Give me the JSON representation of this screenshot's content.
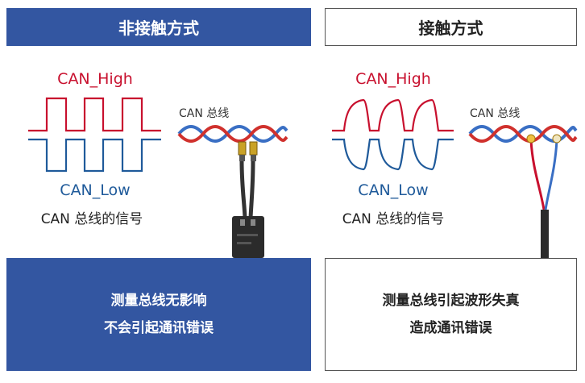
{
  "left_panel": {
    "title": "非接触方式",
    "signal_high": "CAN_High",
    "signal_low": "CAN_Low",
    "bus_label": "CAN 总线",
    "caption": "CAN 总线的信号",
    "result_line1": "测量总线无影响",
    "result_line2": "不会引起通讯错误"
  },
  "right_panel": {
    "title": "接触方式",
    "signal_high": "CAN_High",
    "signal_low": "CAN_Low",
    "bus_label": "CAN 总线",
    "caption": "CAN 总线的信号",
    "result_line1": "测量总线引起波形失真",
    "result_line2": "造成通讯错误"
  },
  "colors": {
    "accent_blue": "#3356a1",
    "can_high_red": "#c8102e",
    "can_low_blue": "#1f5a9a"
  }
}
